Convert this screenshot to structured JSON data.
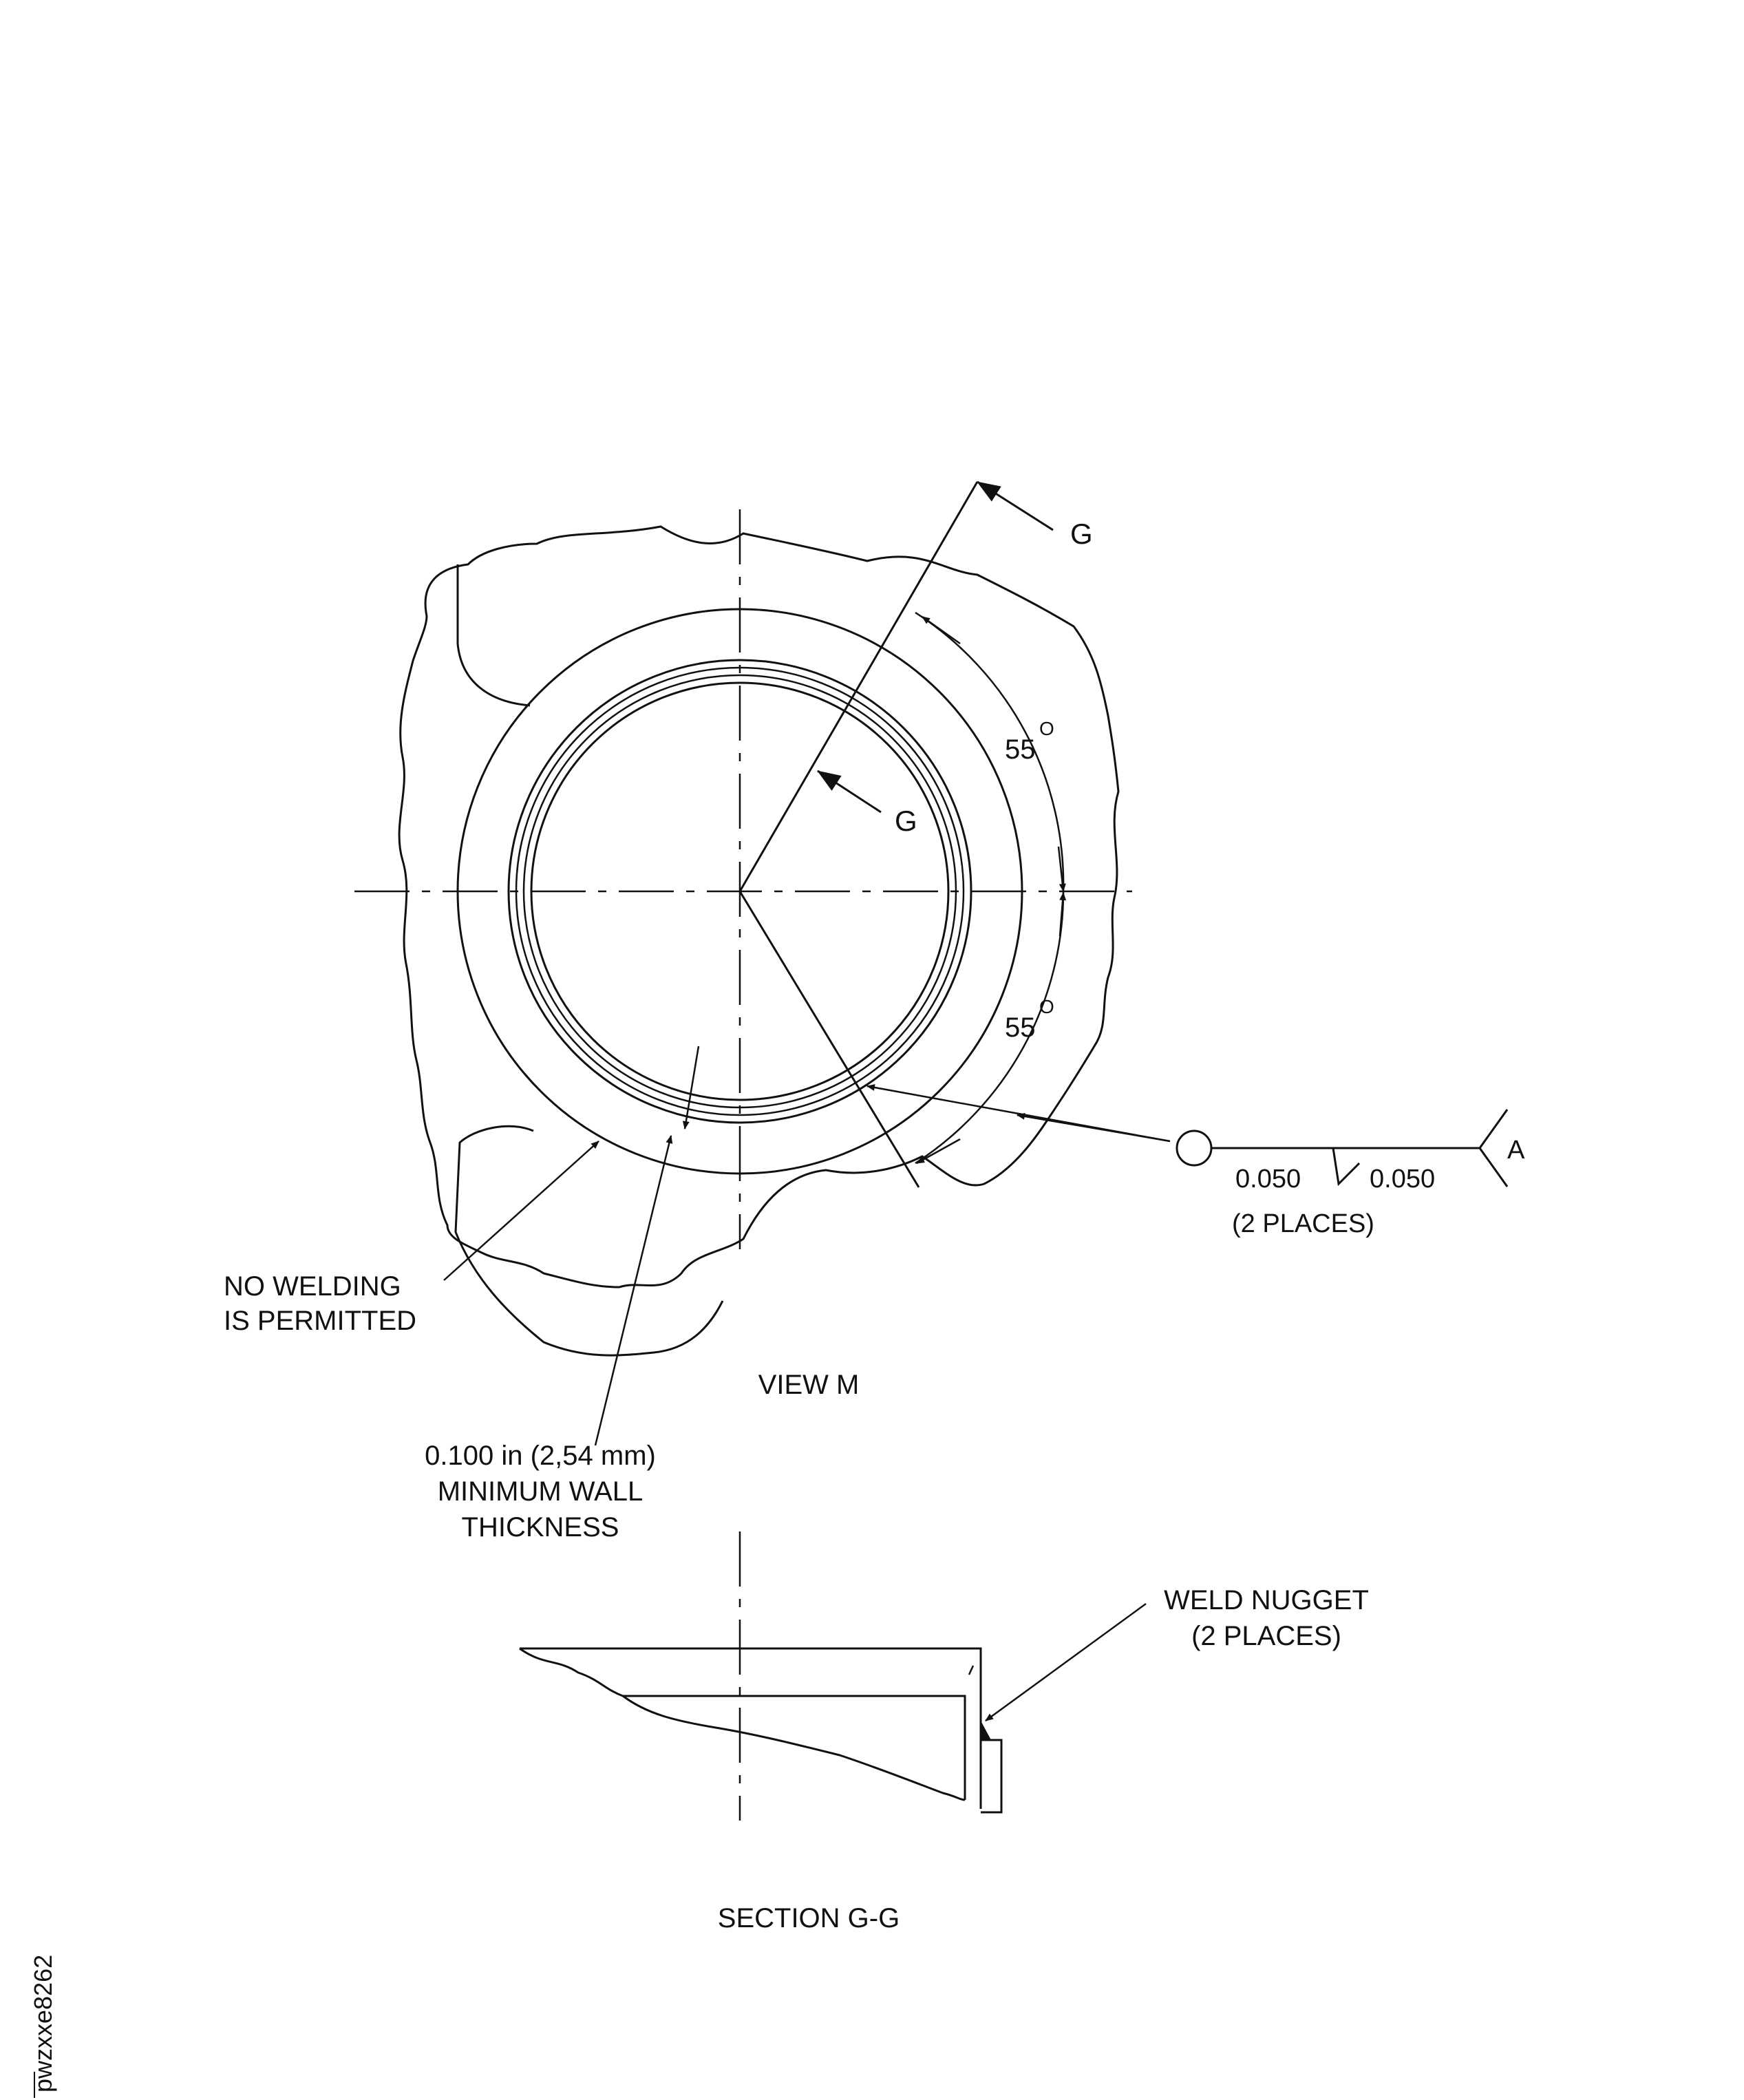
{
  "view_m": {
    "title": "VIEW M",
    "section_marker": "G",
    "angle_upper": "55",
    "angle_lower": "55",
    "degree_symbol": "O",
    "no_welding_line1": "NO WELDING",
    "no_welding_line2": "IS PERMITTED",
    "wall_line1": "0.100 in (2,54 mm)",
    "wall_line2": "MINIMUM WALL",
    "wall_line3": "THICKNESS",
    "weld_left": "0.050",
    "weld_right": "0.050",
    "weld_places": "(2 PLACES)",
    "weld_tail": "A"
  },
  "section_gg": {
    "title": "SECTION G-G",
    "nugget_line1": "WELD NUGGET",
    "nugget_line2": "(2 PLACES)"
  },
  "figure_id": "pwzxxe8262",
  "colors": {
    "ink": "#111111",
    "paper": "#ffffff"
  }
}
